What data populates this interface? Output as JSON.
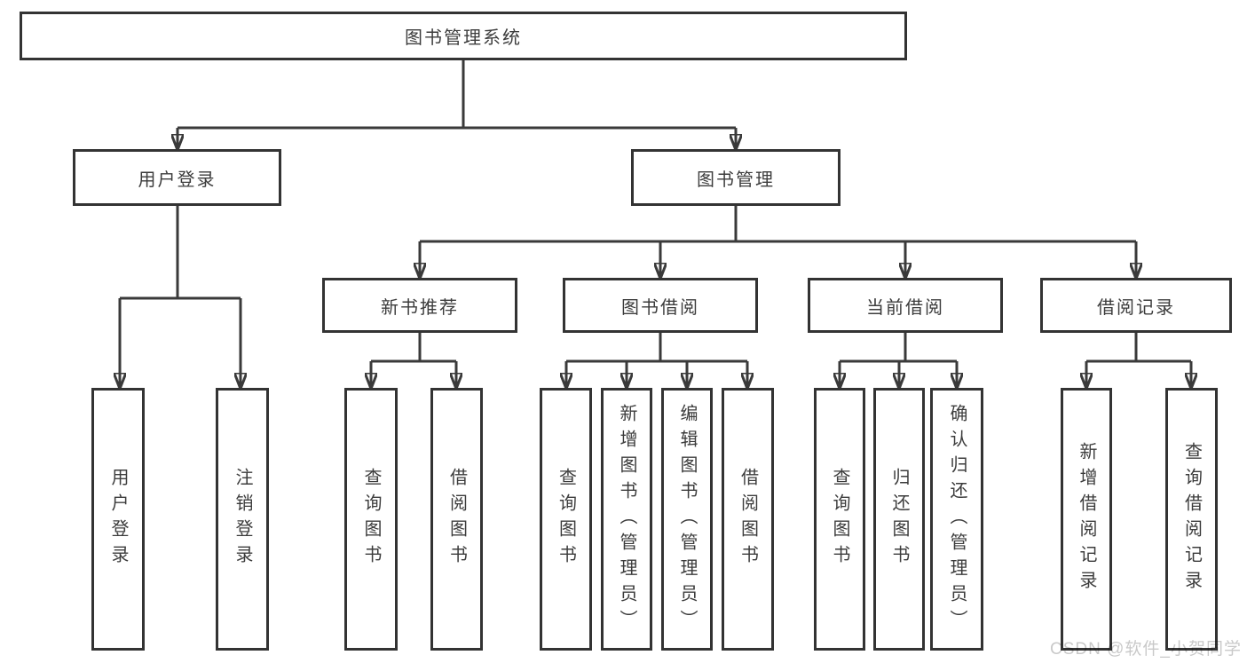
{
  "tree": {
    "root": {
      "label": "图书管理系统"
    },
    "level2": [
      {
        "label": "用户登录",
        "leaves": [
          "用户登录",
          "注销登录"
        ]
      },
      {
        "label": "图书管理",
        "groups": [
          {
            "label": "新书推荐",
            "leaves": [
              "查询图书",
              "借阅图书"
            ]
          },
          {
            "label": "图书借阅",
            "leaves": [
              "查询图书",
              "新增图书（管理员）",
              "编辑图书（管理员）",
              "借阅图书"
            ]
          },
          {
            "label": "当前借阅",
            "leaves": [
              "查询图书",
              "归还图书",
              "确认归还（管理员）"
            ]
          },
          {
            "label": "借阅记录",
            "leaves": [
              "新增借阅记录",
              "查询借阅记录"
            ]
          }
        ]
      }
    ]
  },
  "watermark": {
    "text": "CSDN @软件_小贺同学"
  },
  "colors": {
    "line": "#3a3a3a",
    "box_border": "#333333",
    "text": "#3c3c3c",
    "watermark": "#c9c9c9",
    "background": "#ffffff"
  }
}
